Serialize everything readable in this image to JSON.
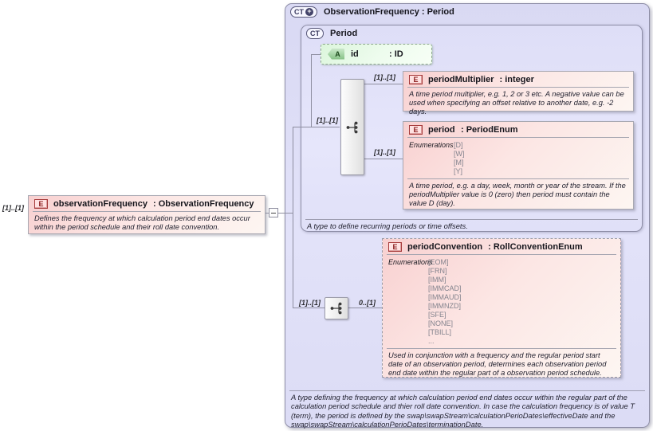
{
  "source_element": {
    "cardinality": "[1]..[1]",
    "badge": "E",
    "name": "observationFrequency",
    "type": ": ObservationFrequency",
    "annotation": "Defines the frequency at which calculation period end dates occur within the period schedule and their roll date convention."
  },
  "outer_type": {
    "badge": "CT",
    "plus": "+",
    "title": "ObservationFrequency : Period",
    "annotation": "A type defining the frequency at which calculation period end dates occur within the regular part of the calculation period schedule and thier roll date convention. In case the calculation frequency is of value T (term), the period is defined by the swap\\swapStream\\calculationPerioDates\\effectiveDate and the swap\\swapStream\\calculationPerioDates\\terminationDate."
  },
  "period_type": {
    "badge": "CT",
    "title": "Period",
    "annotation": "A type to define recurring periods or time offsets.",
    "sequence_cardinality": "[1]..[1]",
    "attribute_id": {
      "badge": "A",
      "name": "id",
      "type": ": ID"
    },
    "period_multiplier": {
      "badge": "E",
      "cardinality": "[1]..[1]",
      "name": "periodMultiplier",
      "type": ": integer",
      "annotation": "A time period multiplier, e.g. 1, 2 or 3 etc. A negative value can be used when specifying an offset relative to another date, e.g. -2 days."
    },
    "period": {
      "badge": "E",
      "cardinality": "[1]..[1]",
      "name": "period",
      "type": ": PeriodEnum",
      "enumerations_label": "Enumerations",
      "enumerations": [
        "[D]",
        "[W]",
        "[M]",
        "[Y]"
      ],
      "annotation": "A time period, e.g. a day, week, month or year of the stream. If the periodMultiplier value is 0 (zero) then period must contain the value D (day)."
    }
  },
  "period_convention": {
    "badge": "E",
    "cardinality_left": "[1]..[1]",
    "cardinality_right": "0..[1]",
    "name": "periodConvention",
    "type": ": RollConventionEnum",
    "enumerations_label": "Enumerations",
    "enumerations": [
      "[EOM]",
      "[FRN]",
      "[IMM]",
      "[IMMCAD]",
      "[IMMAUD]",
      "[IMMNZD]",
      "[SFE]",
      "[NONE]",
      "[TBILL]",
      "..."
    ],
    "annotation": "Used in conjunction with a frequency and the regular period start date of an observation period, determines each observation period end date within the regular part of a observation period schedule."
  }
}
